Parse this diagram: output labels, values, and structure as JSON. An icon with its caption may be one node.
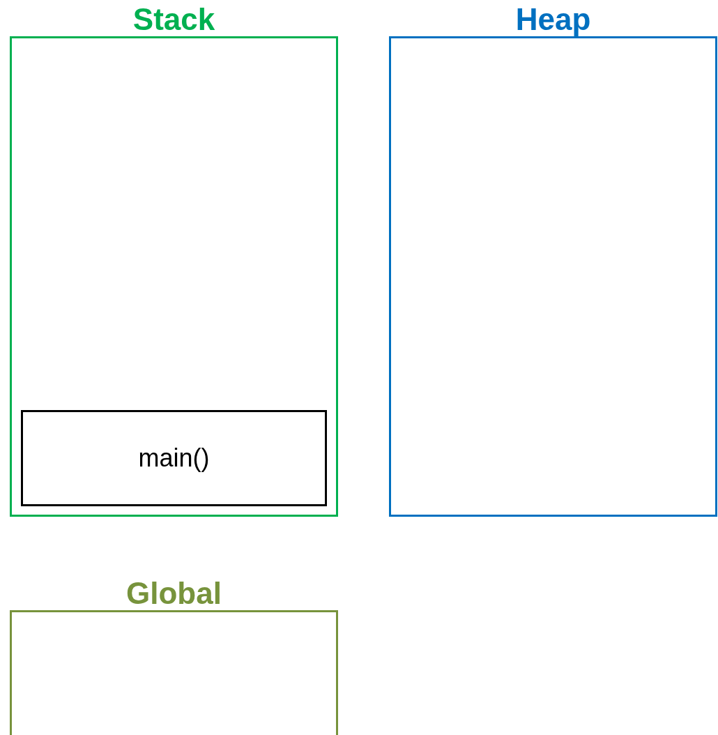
{
  "diagram": {
    "nodes": [
      {
        "text": [
          "Stack"
        ]
      },
      {
        "text": [
          "main()"
        ],
        "in": 0
      },
      {
        "text": [
          "Heap"
        ]
      },
      {
        "text": [
          "Global"
        ]
      }
    ]
  }
}
